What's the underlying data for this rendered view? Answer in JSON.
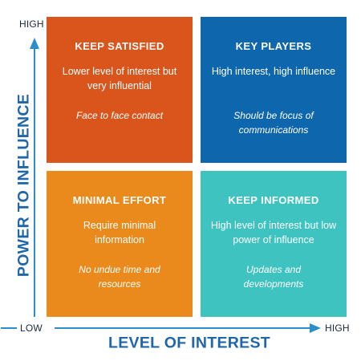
{
  "colors": {
    "axis": "#2a8fc8",
    "axis_title": "#1f66ad",
    "keep_satisfied": "#d9551c",
    "key_players": "#0e66ad",
    "minimal_effort": "#ea8a1c",
    "keep_informed": "#3ec3c0"
  },
  "axes": {
    "y_high": "HIGH",
    "y_title": "POWER TO INFLUENCE",
    "x_low": "LOW",
    "x_high": "HIGH",
    "x_title": "LEVEL OF INTEREST"
  },
  "quadrants": {
    "keep_satisfied": {
      "title": "KEEP SATISFIED",
      "desc": "Lower level of interest but very influential",
      "note": "Face to face contact"
    },
    "key_players": {
      "title": "KEY PLAYERS",
      "desc": "High interest, high influence",
      "note": "Should be focus of communications"
    },
    "minimal_effort": {
      "title": "MINIMAL EFFORT",
      "desc": "Require minimal information",
      "note": "No undue time and resources"
    },
    "keep_informed": {
      "title": "KEEP INFORMED",
      "desc": "High level of interest but low power of influence",
      "note": "Updates and developments"
    }
  }
}
